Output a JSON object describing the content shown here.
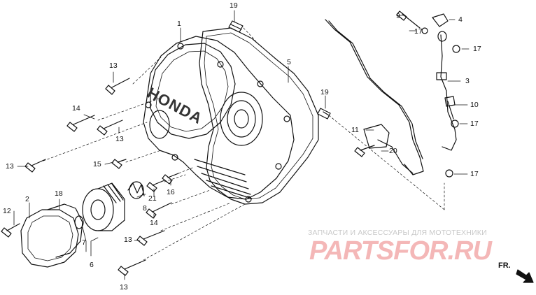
{
  "brand_mark": "HONDA",
  "direction_label": "FR.",
  "watermark": {
    "tagline": "ЗАПЧАСТИ И АКСЕССУАРЫ ДЛЯ МОТОТЕХНИКИ",
    "logo": "PARTSFOR.RU"
  },
  "callouts": [
    {
      "id": "c1",
      "text": "1"
    },
    {
      "id": "c2",
      "text": "2"
    },
    {
      "id": "c3",
      "text": "3"
    },
    {
      "id": "c4",
      "text": "4"
    },
    {
      "id": "c5",
      "text": "5"
    },
    {
      "id": "c6",
      "text": "6"
    },
    {
      "id": "c7",
      "text": "7"
    },
    {
      "id": "c8",
      "text": "8"
    },
    {
      "id": "c9",
      "text": "9"
    },
    {
      "id": "c10",
      "text": "10"
    },
    {
      "id": "c11",
      "text": "11"
    },
    {
      "id": "c12",
      "text": "12"
    },
    {
      "id": "c13a",
      "text": "13"
    },
    {
      "id": "c13b",
      "text": "13"
    },
    {
      "id": "c13c",
      "text": "13"
    },
    {
      "id": "c13d",
      "text": "13"
    },
    {
      "id": "c13e",
      "text": "13"
    },
    {
      "id": "c14a",
      "text": "14"
    },
    {
      "id": "c14b",
      "text": "14"
    },
    {
      "id": "c15",
      "text": "15"
    },
    {
      "id": "c16",
      "text": "16"
    },
    {
      "id": "c17a",
      "text": "17"
    },
    {
      "id": "c17b",
      "text": "17"
    },
    {
      "id": "c17c",
      "text": "17"
    },
    {
      "id": "c17d",
      "text": "17"
    },
    {
      "id": "c18",
      "text": "18"
    },
    {
      "id": "c19a",
      "text": "19"
    },
    {
      "id": "c19b",
      "text": "19"
    },
    {
      "id": "c20",
      "text": "20"
    },
    {
      "id": "c21",
      "text": "21"
    }
  ]
}
